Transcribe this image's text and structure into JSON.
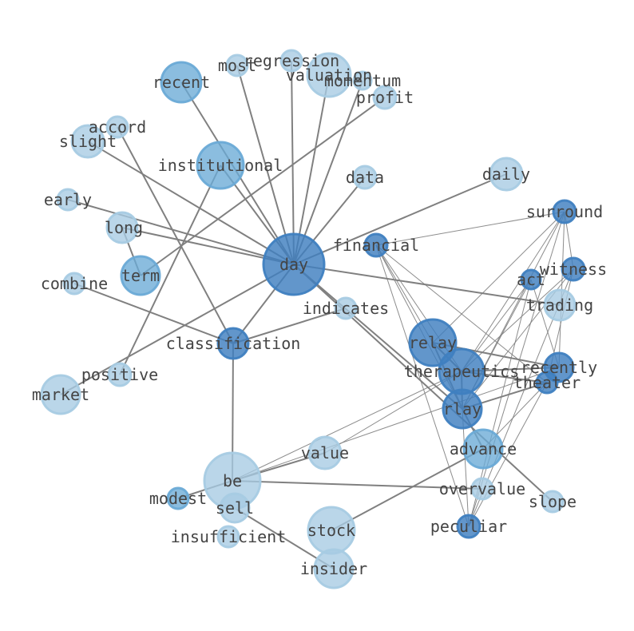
{
  "colors": {
    "background": "#ffffff",
    "edge": "#808080",
    "label": "#444444",
    "node_light": "#a6cbe3",
    "node_mid": "#6aaad6",
    "node_dark": "#3f7fc0"
  },
  "graph": {
    "nodes": [
      {
        "id": "day",
        "label": "day",
        "tone": "dark"
      },
      {
        "id": "regression",
        "label": "regression",
        "tone": "light"
      },
      {
        "id": "most",
        "label": "most",
        "tone": "light"
      },
      {
        "id": "valuation",
        "label": "valuation",
        "tone": "light"
      },
      {
        "id": "momentum",
        "label": "momentum",
        "tone": "light"
      },
      {
        "id": "recent",
        "label": "recent",
        "tone": "mid"
      },
      {
        "id": "profit",
        "label": "profit",
        "tone": "light"
      },
      {
        "id": "accord",
        "label": "accord",
        "tone": "light"
      },
      {
        "id": "slight",
        "label": "slight",
        "tone": "light"
      },
      {
        "id": "institutional",
        "label": "institutional",
        "tone": "mid"
      },
      {
        "id": "data",
        "label": "data",
        "tone": "light"
      },
      {
        "id": "daily",
        "label": "daily",
        "tone": "light"
      },
      {
        "id": "early",
        "label": "early",
        "tone": "light"
      },
      {
        "id": "surround",
        "label": "surround",
        "tone": "dark"
      },
      {
        "id": "long",
        "label": "long",
        "tone": "light"
      },
      {
        "id": "financial",
        "label": "financial",
        "tone": "dark"
      },
      {
        "id": "witness",
        "label": "witness",
        "tone": "dark"
      },
      {
        "id": "act",
        "label": "act",
        "tone": "dark"
      },
      {
        "id": "term",
        "label": "term",
        "tone": "mid"
      },
      {
        "id": "combine",
        "label": "combine",
        "tone": "light"
      },
      {
        "id": "trading",
        "label": "trading",
        "tone": "light"
      },
      {
        "id": "indicates",
        "label": "indicates",
        "tone": "light"
      },
      {
        "id": "relay",
        "label": "relay",
        "tone": "dark"
      },
      {
        "id": "classification",
        "label": "classification",
        "tone": "dark"
      },
      {
        "id": "therapeutics",
        "label": "therapeutics",
        "tone": "dark"
      },
      {
        "id": "recently",
        "label": "recently",
        "tone": "dark"
      },
      {
        "id": "theater",
        "label": "theater",
        "tone": "dark"
      },
      {
        "id": "positive",
        "label": "positive",
        "tone": "light"
      },
      {
        "id": "market",
        "label": "market",
        "tone": "light"
      },
      {
        "id": "rlay",
        "label": "rlay",
        "tone": "dark"
      },
      {
        "id": "advance",
        "label": "advance",
        "tone": "mid"
      },
      {
        "id": "value",
        "label": "value",
        "tone": "light"
      },
      {
        "id": "be",
        "label": "be",
        "tone": "light"
      },
      {
        "id": "overvalue",
        "label": "overvalue",
        "tone": "light"
      },
      {
        "id": "modest",
        "label": "modest",
        "tone": "mid"
      },
      {
        "id": "slope",
        "label": "slope",
        "tone": "light"
      },
      {
        "id": "sell",
        "label": "sell",
        "tone": "light"
      },
      {
        "id": "peculiar",
        "label": "peculiar",
        "tone": "dark"
      },
      {
        "id": "stock",
        "label": "stock",
        "tone": "light"
      },
      {
        "id": "insufficient",
        "label": "insufficient",
        "tone": "light"
      },
      {
        "id": "insider",
        "label": "insider",
        "tone": "light"
      }
    ],
    "edges": [
      [
        "day",
        "regression"
      ],
      [
        "day",
        "most"
      ],
      [
        "day",
        "valuation"
      ],
      [
        "day",
        "momentum"
      ],
      [
        "day",
        "recent"
      ],
      [
        "day",
        "institutional"
      ],
      [
        "day",
        "slight"
      ],
      [
        "day",
        "early"
      ],
      [
        "day",
        "data"
      ],
      [
        "day",
        "daily"
      ],
      [
        "day",
        "trading"
      ],
      [
        "day",
        "classification"
      ],
      [
        "day",
        "market"
      ],
      [
        "day",
        "rlay"
      ],
      [
        "day",
        "slope"
      ],
      [
        "day",
        "long"
      ],
      [
        "profit",
        "term"
      ],
      [
        "long",
        "term"
      ],
      [
        "accord",
        "classification"
      ],
      [
        "combine",
        "classification"
      ],
      [
        "classification",
        "indicates"
      ],
      [
        "classification",
        "be"
      ],
      [
        "positive",
        "institutional"
      ],
      [
        "relay",
        "therapeutics"
      ],
      [
        "relay",
        "rlay"
      ],
      [
        "relay",
        "recently"
      ],
      [
        "therapeutics",
        "rlay"
      ],
      [
        "therapeutics",
        "theater"
      ],
      [
        "therapeutics",
        "recently"
      ],
      [
        "rlay",
        "theater"
      ],
      [
        "rlay",
        "advance"
      ],
      [
        "financial",
        "surround"
      ],
      [
        "financial",
        "relay"
      ],
      [
        "financial",
        "therapeutics"
      ],
      [
        "financial",
        "rlay"
      ],
      [
        "financial",
        "theater"
      ],
      [
        "financial",
        "peculiar"
      ],
      [
        "surround",
        "relay"
      ],
      [
        "surround",
        "therapeutics"
      ],
      [
        "surround",
        "rlay"
      ],
      [
        "surround",
        "peculiar"
      ],
      [
        "surround",
        "recently"
      ],
      [
        "witness",
        "therapeutics"
      ],
      [
        "witness",
        "rlay"
      ],
      [
        "witness",
        "peculiar"
      ],
      [
        "witness",
        "theater"
      ],
      [
        "witness",
        "surround"
      ],
      [
        "act",
        "therapeutics"
      ],
      [
        "act",
        "rlay"
      ],
      [
        "act",
        "peculiar"
      ],
      [
        "act",
        "recently"
      ],
      [
        "be",
        "value"
      ],
      [
        "be",
        "overvalue"
      ],
      [
        "be",
        "modest"
      ],
      [
        "be",
        "therapeutics"
      ],
      [
        "be",
        "recently"
      ],
      [
        "sell",
        "insider"
      ],
      [
        "stock",
        "advance"
      ],
      [
        "theater",
        "advance"
      ],
      [
        "theater",
        "peculiar"
      ],
      [
        "rlay",
        "peculiar"
      ],
      [
        "value",
        "therapeutics"
      ]
    ]
  }
}
